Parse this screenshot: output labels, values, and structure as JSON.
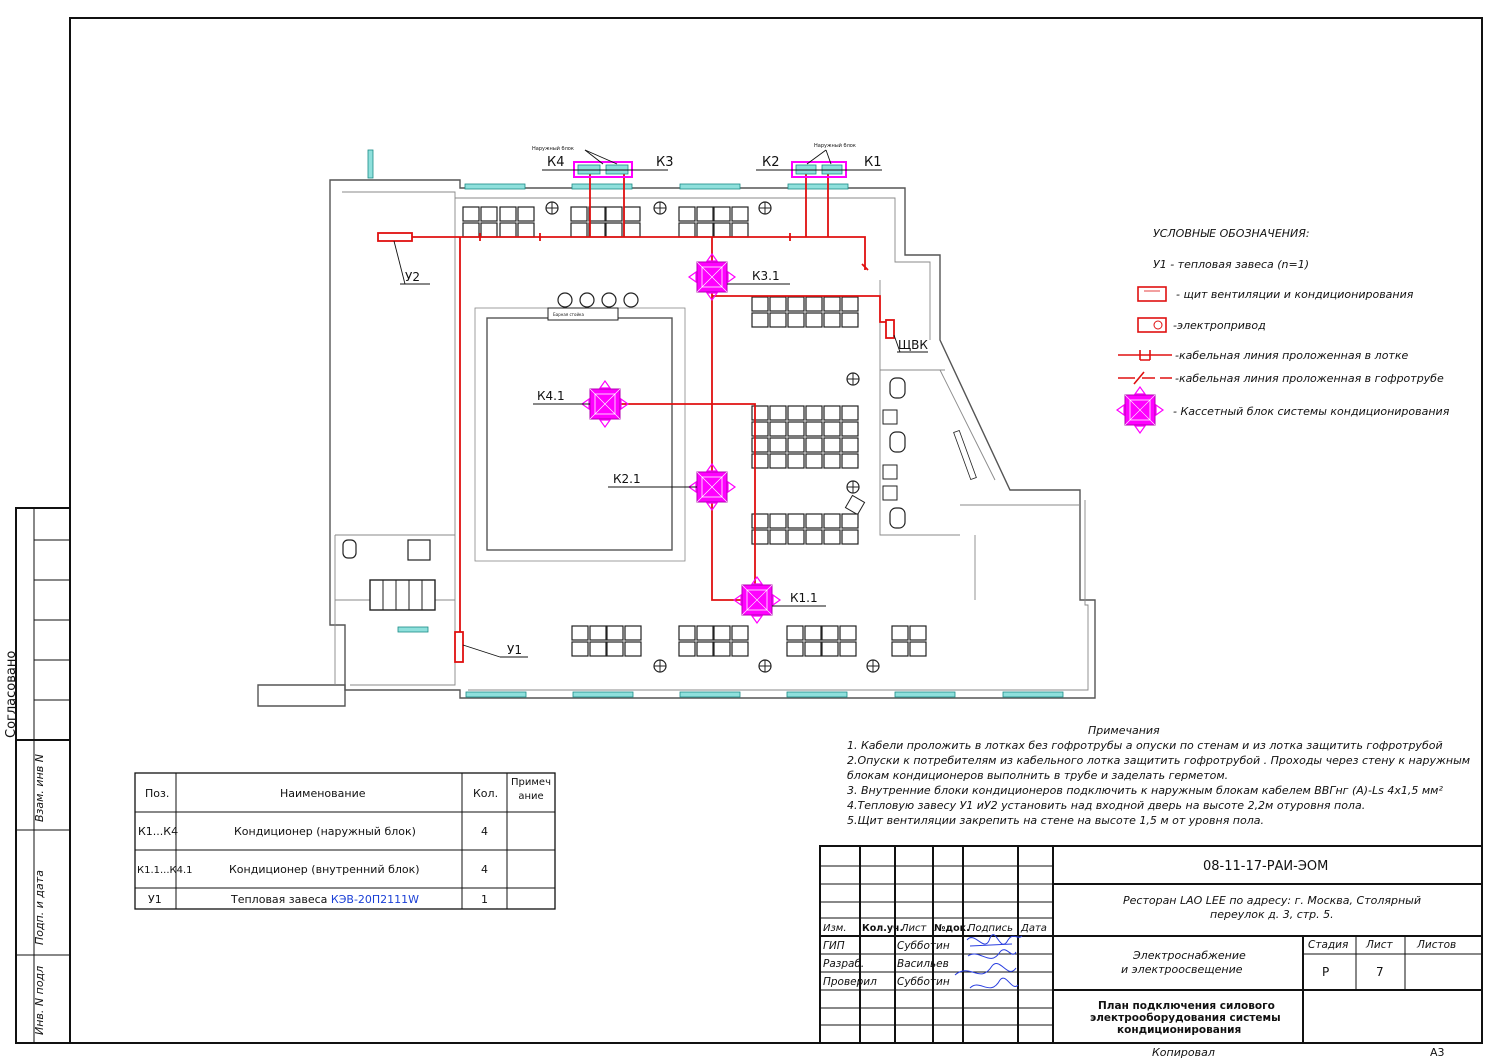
{
  "side_stamp": {
    "agreed_label": "Согласовано",
    "col1": "Взам. инв N",
    "col2": "Подп. и дата",
    "col3": "Инв. N подл"
  },
  "plan": {
    "outdoor_caption_left": "Наружный блок",
    "outdoor_caption_right": "Наружный блок",
    "counter_label": "Барная стойка",
    "units": {
      "k1": "К1",
      "k2": "К2",
      "k3": "К3",
      "k4": "К4",
      "k1_1": "К1.1",
      "k2_1": "К2.1",
      "k3_1": "К3.1",
      "k4_1": "К4.1",
      "u1": "У1",
      "u2": "У2",
      "panel": "ЩВК"
    }
  },
  "legend": {
    "title": "УСЛОВНЫЕ ОБОЗНАЧЕНИЯ:",
    "items": [
      "У1 - тепловая завеса (n=1)",
      "- щит вентиляции и кондиционирования",
      "-электропривод",
      "-кабельная линия проложенная в лотке",
      "-кабельная линия проложенная в гофротрубе",
      "- Кассетный блок системы кондиционирования"
    ],
    "colors": {
      "cable": "#e01010",
      "cassette": "#ff00ff",
      "legend_cassette": "#ff00ff"
    }
  },
  "notes": {
    "title": "Примечания",
    "lines": [
      "1. Кабели проложить в  лотках без гофротрубы а опуски по стенам и из лотка защитить гофротрубой",
      "2.Опуски к потребителям из кабельного лотка защитить гофротрубой . Проходы через стену к наружным",
      "блокам кондиционеров выполнить в трубе и заделать герметом.",
      "3. Внутренние блоки кондиционеров подключить к наружным блокам кабелем ВВГнг (A)-Ls 4х1,5 мм²",
      "4.Тепловую завесу У1 иУ2 установить над входной дверь на высоте  2,2м отуровня пола.",
      "5.Щит вентиляции закрепить на стене на высоте 1,5 м от уровня пола."
    ]
  },
  "spec_table": {
    "headers": [
      "Поз.",
      "Наименование",
      "Кол.",
      "Примечание"
    ],
    "rows": [
      {
        "pos": "К1...К4",
        "name": "Кондиционер  (наружный блок)",
        "qty": "4",
        "note": "",
        "highlight": ""
      },
      {
        "pos": "К1.1...К4.1",
        "name": "Кондиционер  (внутренний блок)",
        "qty": "4",
        "note": "",
        "highlight": ""
      },
      {
        "pos": "У1",
        "name": "Тепловая завеса ",
        "qty": "1",
        "note": "",
        "highlight": "КЭВ-20П2111W"
      }
    ],
    "highlight_color": "#1a3fd6"
  },
  "title_block": {
    "doc_code": "08-11-17-РАИ-ЭОМ",
    "object_line1": "Ресторан LAO LEE по адресу: г. Москва, Столярный",
    "object_line2": "переулок д. 3, стр. 5.",
    "col_headers": [
      "Изм.",
      "Кол.уч.",
      "Лист",
      "№док.",
      "Подпись",
      "Дата"
    ],
    "people": [
      {
        "role": "ГИП",
        "name": "Субботин"
      },
      {
        "role": "Разраб.",
        "name": "Васильев"
      },
      {
        "role": "Проверил",
        "name": "Субботин"
      }
    ],
    "section_line1": "Электроснабжение",
    "section_line2": "и электроосвещение",
    "stage_label": "Стадия",
    "sheet_label": "Лист",
    "sheets_label": "Листов",
    "stage_value": "Р",
    "sheet_value": "7",
    "sheets_value": "",
    "sheet_title_1": "План подключения силового",
    "sheet_title_2": "электрооборудования системы",
    "sheet_title_3": "кондиционирования",
    "signature_color": "#2a3fe0"
  },
  "footer": {
    "copied": "Копировал",
    "format": "А3"
  }
}
